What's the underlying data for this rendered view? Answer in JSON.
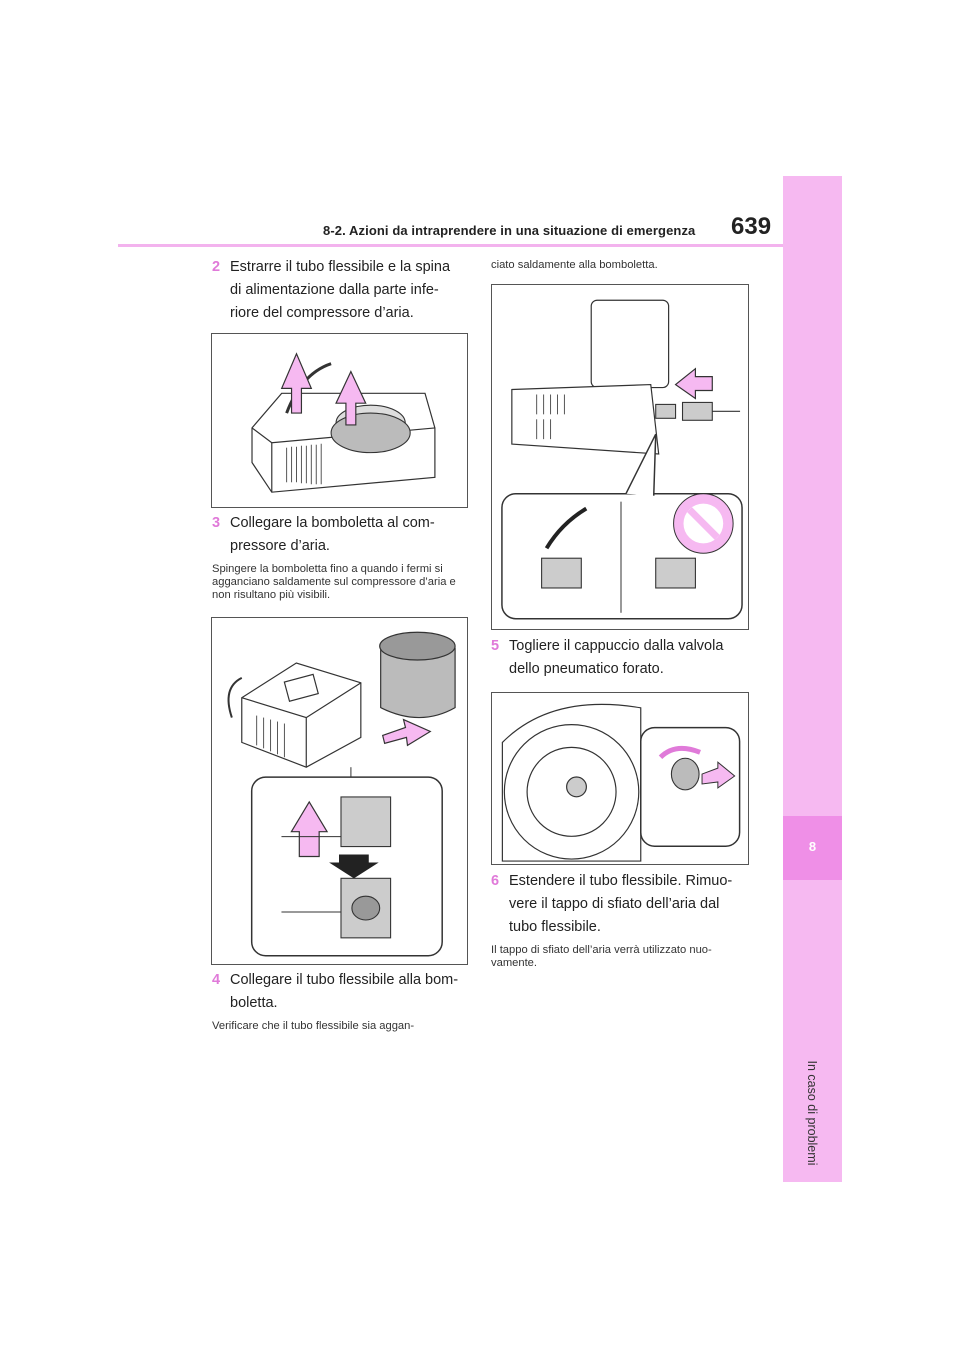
{
  "header": {
    "section_title": "8-2. Azioni da intraprendere in una situazione di emergenza",
    "page_number": "639"
  },
  "sidebar": {
    "chapter_number": "8",
    "chapter_title": "In caso di problemi"
  },
  "steps": [
    {
      "num": "2",
      "text": "Estrarre il tubo flessibile e la spina di alimentazione dalla parte infe-riore del compressore d’aria."
    },
    {
      "num": "3",
      "text": "Collegare la bomboletta al com-pressore d’aria.",
      "note": "Spingere la bomboletta fino a quando i fermi si agganciano saldamente sul compressore d’aria e non risultano più visibili."
    },
    {
      "num": "4",
      "text": "Collegare il tubo flessibile alla bom-boletta.",
      "note": "Verificare che il tubo flessibile sia aggan-"
    },
    {
      "num": "5",
      "text": "Togliere il cappuccio dalla valvola dello pneumatico forato.",
      "note_before": "ciato saldamente alla bomboletta."
    },
    {
      "num": "6",
      "text": "Estendere il tubo flessibile. Rimuo-vere il tappo di sfiato dell’aria dal tubo flessibile.",
      "note": "Il tappo di sfiato dell’aria verrà utilizzato nuo-vamente."
    }
  ],
  "colors": {
    "accent": "#e07ad9",
    "sidebar": "#f6b9f1",
    "arrow_fill": "#f6b9f1"
  }
}
